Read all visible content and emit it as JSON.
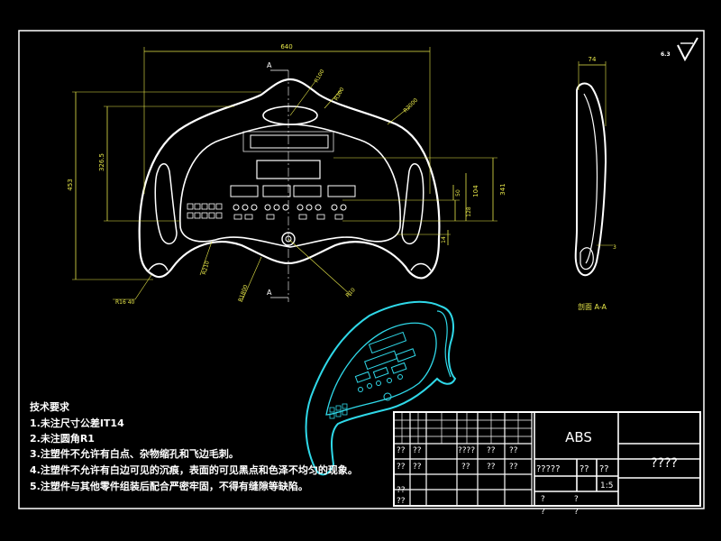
{
  "drawing": {
    "dimensions": {
      "width_top": "640",
      "right_view_width": "74",
      "height_left": "453",
      "height_inner": "326.5",
      "h_341": "341",
      "h_104": "104",
      "h_50": "50",
      "h_128": "128",
      "h_14": "14",
      "r_100": "R100",
      "r_300": "R300",
      "r_2000": "R2000",
      "r_210": "R210",
      "r_1800": "R1800",
      "r_16": "R16 40",
      "r_10": "R10",
      "small_3": "3"
    },
    "section_marks": {
      "top": "A",
      "bottom": "A"
    },
    "section_label": "剖面 A-A",
    "roughness": "6.3"
  },
  "notes": {
    "title": "技术要求",
    "lines": [
      "1.未注尺寸公差IT14",
      "2.未注圆角R1",
      "3.注塑件不允许有白点、杂物缩孔和飞边毛刺。",
      "4.注塑件不允许有白边可见的沉痕，表面的可见黑点和色泽不均匀的现象。",
      "5.注塑件与其他零件组装后配合严密牢固，不得有缝隙等缺陷。"
    ]
  },
  "title_block": {
    "material": "ABS",
    "part_name": "????",
    "row_labels": [
      "??",
      "??",
      "????",
      "??",
      "??"
    ],
    "row2_labels": [
      "??",
      "??",
      "??",
      "??",
      "??"
    ],
    "code_field": "?????",
    "small_a": "??",
    "small_b": "??",
    "qmark_a": "??",
    "qmark_b": "??",
    "scale_field": "1:5",
    "q1": "?",
    "q2": "?",
    "q3": "?",
    "q4": "?"
  }
}
